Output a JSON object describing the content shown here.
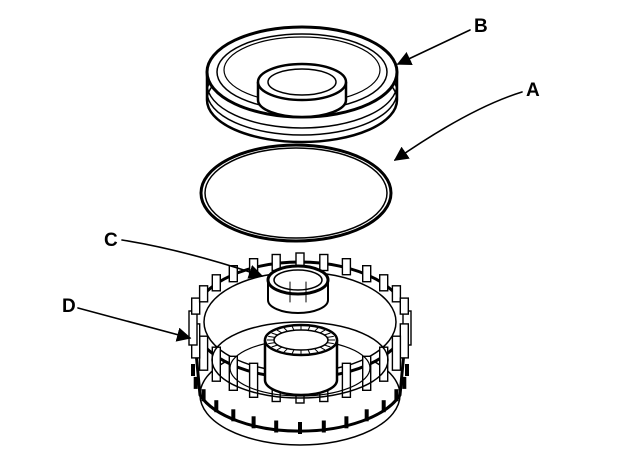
{
  "diagram": {
    "callouts": [
      {
        "id": "A",
        "label": "A",
        "part": "o-ring"
      },
      {
        "id": "B",
        "label": "B",
        "part": "piston"
      },
      {
        "id": "C",
        "label": "C",
        "part": "small-o-ring"
      },
      {
        "id": "D",
        "label": "D",
        "part": "clutch-drum"
      }
    ]
  },
  "colors": {
    "ink": "#000000",
    "background": "#ffffff"
  }
}
